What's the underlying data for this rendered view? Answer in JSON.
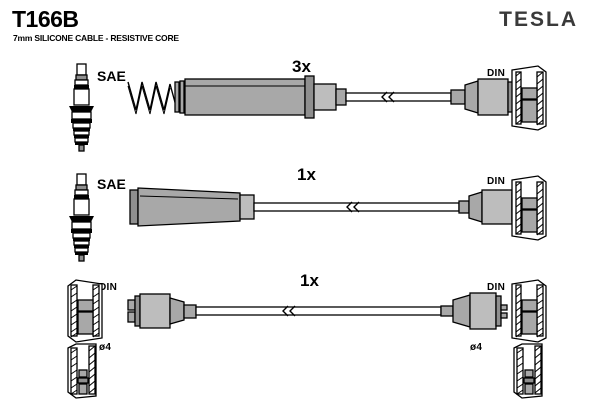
{
  "header": {
    "part_number": "T166B",
    "description": "7mm SILICONE CABLE - RESISTIVE CORE",
    "brand": "TESLA"
  },
  "cable_sets": [
    {
      "quantity": "3x",
      "left_end_label": "SAE",
      "left_end_type": "spark-plug-connector-with-spring",
      "right_end_label": "DIN",
      "right_end_type": "din-distributor-connector",
      "has_spring": true,
      "boot_style": "long-straight-boot"
    },
    {
      "quantity": "1x",
      "left_end_label": "SAE",
      "left_end_type": "spark-plug-connector-straight",
      "right_end_label": "DIN",
      "right_end_type": "din-distributor-connector",
      "has_spring": false,
      "boot_style": "tapered-boot"
    },
    {
      "quantity": "1x",
      "left_end_label": "DIN",
      "left_end_type": "din-coil-connector",
      "right_end_label": "DIN",
      "right_end_type": "din-distributor-connector",
      "has_spring": false,
      "boot_style": "cone-boot"
    }
  ],
  "terminals": [
    {
      "label": "ø4",
      "position": "bottom-left",
      "name": "terminal-socket-dia4-left"
    },
    {
      "label": "ø4",
      "position": "bottom-right",
      "name": "terminal-socket-dia4-right"
    }
  ],
  "colors": {
    "line": "#000000",
    "body_fill": "#a8a8a8",
    "body_fill_light": "#bdbdbd",
    "body_fill_dark": "#8f8f8f",
    "logo": "#3a3a3a",
    "background": "#ffffff"
  }
}
